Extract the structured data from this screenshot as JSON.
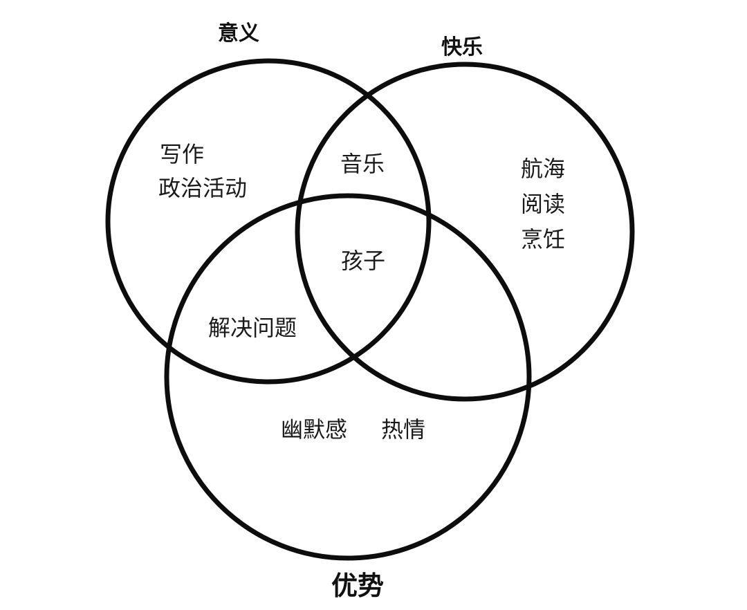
{
  "sets": {
    "meaning": "意义",
    "joy": "快乐",
    "strength": "优势"
  },
  "regions": {
    "meaning_only": [
      "写作",
      "政治活动"
    ],
    "joy_only": [
      "航海",
      "阅读",
      "烹饪"
    ],
    "meaning_joy": [
      "音乐"
    ],
    "all_three": [
      "孩子"
    ],
    "meaning_strength": [
      "解决问题"
    ],
    "strength_only": [
      "幽默感",
      "热情"
    ]
  },
  "colors": {
    "stroke": "#0d0d0d",
    "text": "#1a1a1a",
    "background": "#ffffff"
  }
}
